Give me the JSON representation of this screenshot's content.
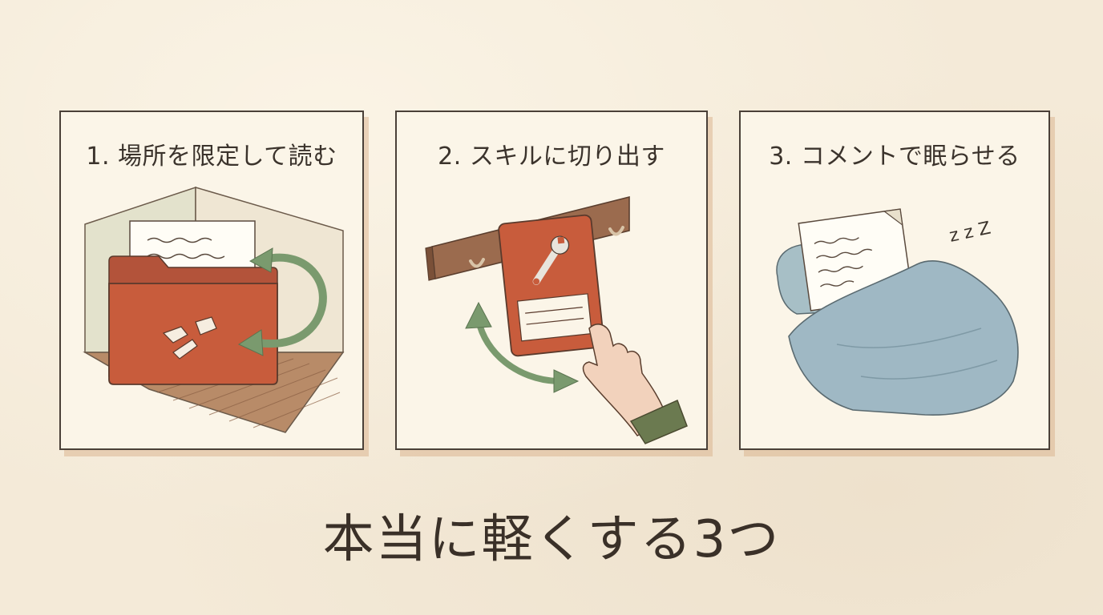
{
  "panels": [
    {
      "title": "1. 場所を限定して読む",
      "icon": "folder-icon"
    },
    {
      "title": "2. スキルに切り出す",
      "icon": "wrench-card-icon"
    },
    {
      "title": "3. コメントで眠らせる",
      "icon": "sleeping-document-icon"
    }
  ],
  "panel3": {
    "sleep_letters": "z z Z"
  },
  "footer": {
    "title": "本当に軽くする3つ"
  },
  "colors": {
    "background": "#f4ead8",
    "panel_fill": "#fbf5e8",
    "accent_red": "#c85c3c",
    "accent_green": "#7a9a6e",
    "blanket_blue": "#9fb8c4",
    "wood": "#9b6b4e"
  }
}
